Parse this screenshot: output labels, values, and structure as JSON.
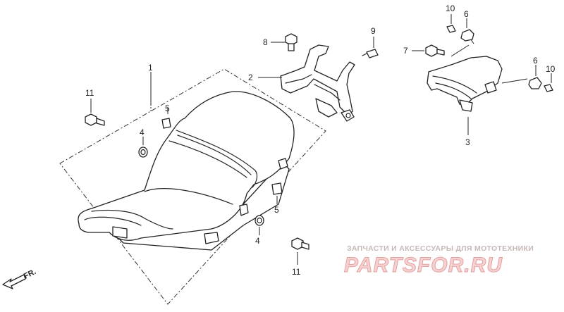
{
  "callouts": {
    "c1": "1",
    "c2": "2",
    "c3": "3",
    "c4a": "4",
    "c4b": "4",
    "c5a": "5",
    "c5b": "5",
    "c6a": "6",
    "c6b": "6",
    "c7": "7",
    "c8": "8",
    "c9": "9",
    "c10a": "10",
    "c10b": "10",
    "c11a": "11",
    "c11b": "11"
  },
  "direction_label": "FR.",
  "watermark": {
    "tagline": "ЗАПЧАСТИ И АКСЕССУАРЫ ДЛЯ МОТОТЕХНИКИ",
    "logo": "PARTSFOR.RU"
  },
  "colors": {
    "line": "#222222",
    "watermark": "#e6a0a0"
  }
}
